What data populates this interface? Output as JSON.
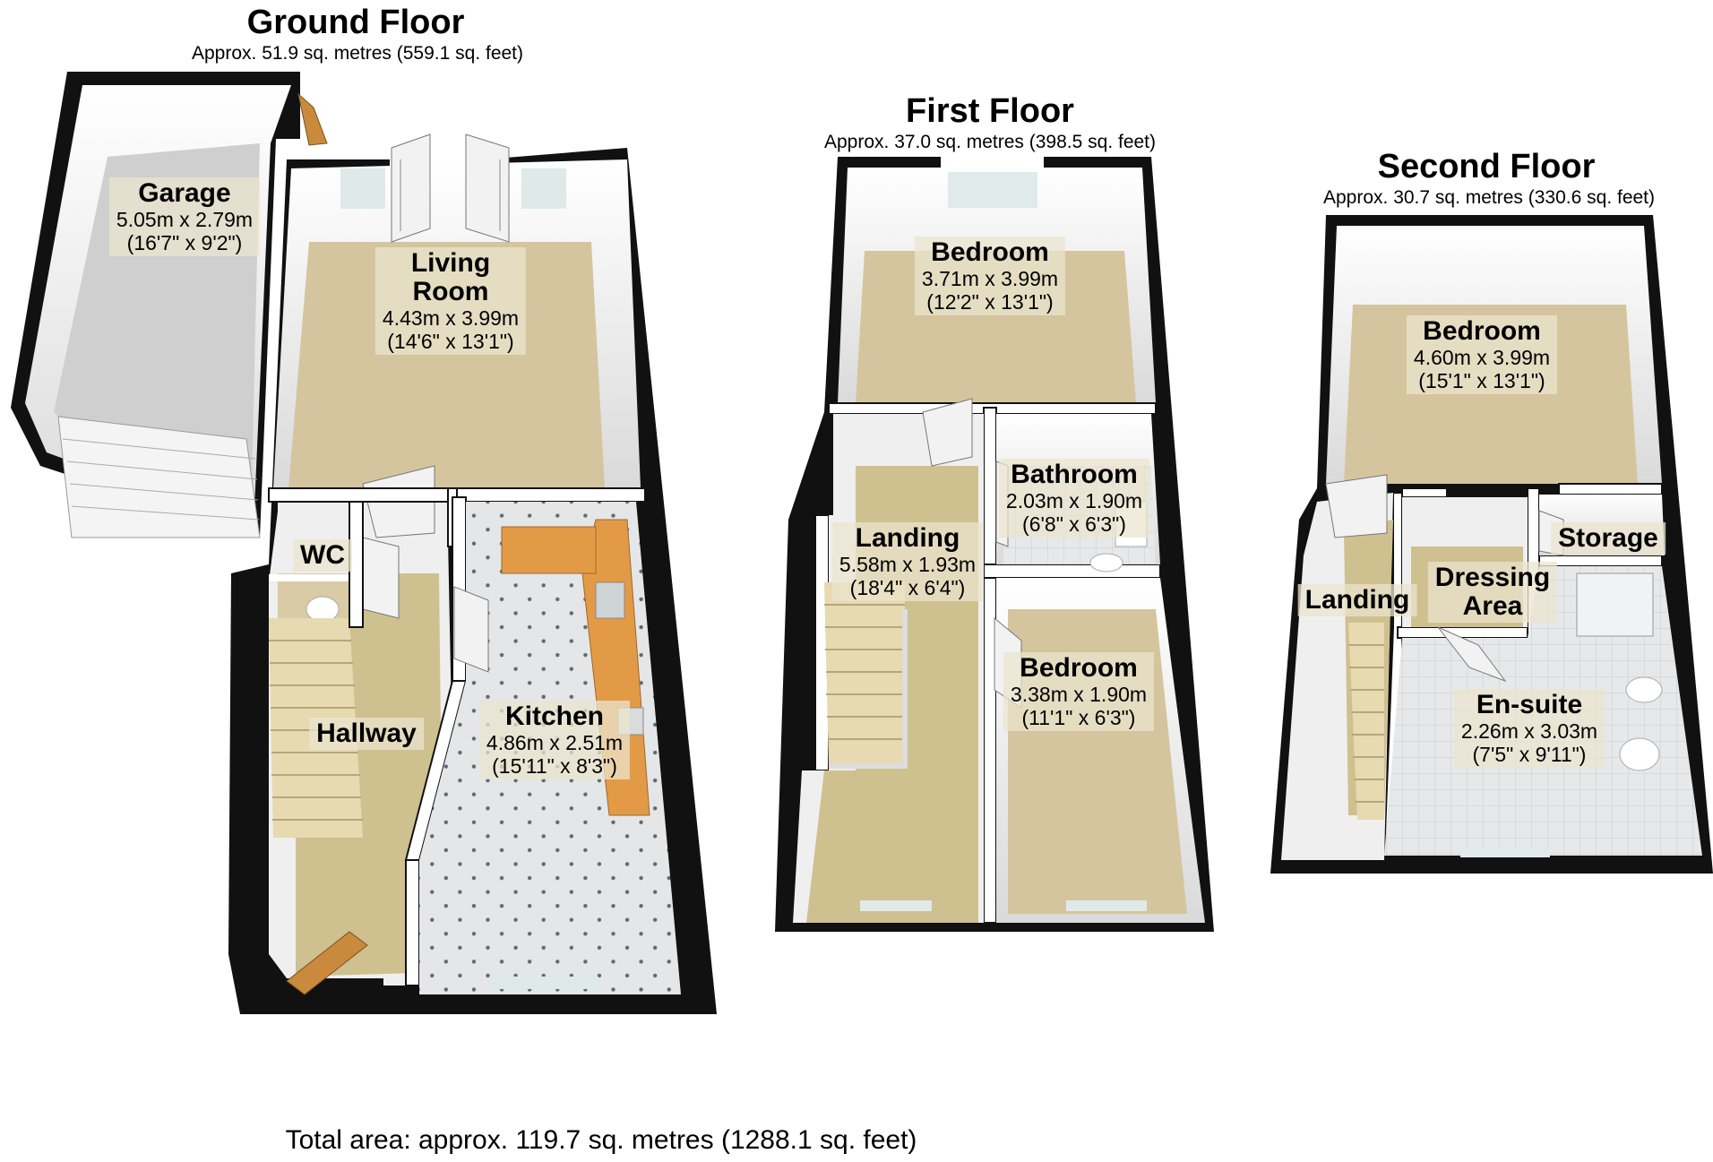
{
  "floors": {
    "ground": {
      "title": "Ground Floor",
      "area": "Approx. 51.9 sq. metres (559.1 sq. feet)"
    },
    "first": {
      "title": "First Floor",
      "area": "Approx. 37.0 sq. metres (398.5 sq. feet)"
    },
    "second": {
      "title": "Second Floor",
      "area": "Approx. 30.7 sq. metres (330.6 sq. feet)"
    }
  },
  "rooms": {
    "garage": {
      "name": "Garage",
      "dim_m": "5.05m x 2.79m",
      "dim_ft": "(16'7\" x 9'2\")"
    },
    "living_room": {
      "name_line1": "Living",
      "name_line2": "Room",
      "dim_m": "4.43m x 3.99m",
      "dim_ft": "(14'6\" x 13'1\")"
    },
    "wc": {
      "name": "WC"
    },
    "hallway": {
      "name": "Hallway"
    },
    "kitchen": {
      "name": "Kitchen",
      "dim_m": "4.86m x 2.51m",
      "dim_ft": "(15'11\" x 8'3\")"
    },
    "first_bedroom_1": {
      "name": "Bedroom",
      "dim_m": "3.71m x 3.99m",
      "dim_ft": "(12'2\" x 13'1\")"
    },
    "bathroom": {
      "name": "Bathroom",
      "dim_m": "2.03m x 1.90m",
      "dim_ft": "(6'8\" x 6'3\")"
    },
    "first_landing": {
      "name": "Landing",
      "dim_m": "5.58m x 1.93m",
      "dim_ft": "(18'4\" x 6'4\")"
    },
    "first_bedroom_2": {
      "name": "Bedroom",
      "dim_m": "3.38m x 1.90m",
      "dim_ft": "(11'1\" x 6'3\")"
    },
    "second_bedroom": {
      "name": "Bedroom",
      "dim_m": "4.60m x 3.99m",
      "dim_ft": "(15'1\" x 13'1\")"
    },
    "storage": {
      "name": "Storage"
    },
    "dressing_area": {
      "name_line1": "Dressing",
      "name_line2": "Area"
    },
    "second_landing": {
      "name": "Landing"
    },
    "en_suite": {
      "name": "En-suite",
      "dim_m": "2.26m x 3.03m",
      "dim_ft": "(7'5\" x 9'11\")"
    }
  },
  "total_area": "Total area: approx. 119.7 sq. metres (1288.1 sq. feet)",
  "colors": {
    "wall": "#000000",
    "inner_wall": "#ffffff",
    "carpet": "#d8c9a2",
    "tile": "#e3e5e6",
    "worktop": "#d9953f"
  }
}
